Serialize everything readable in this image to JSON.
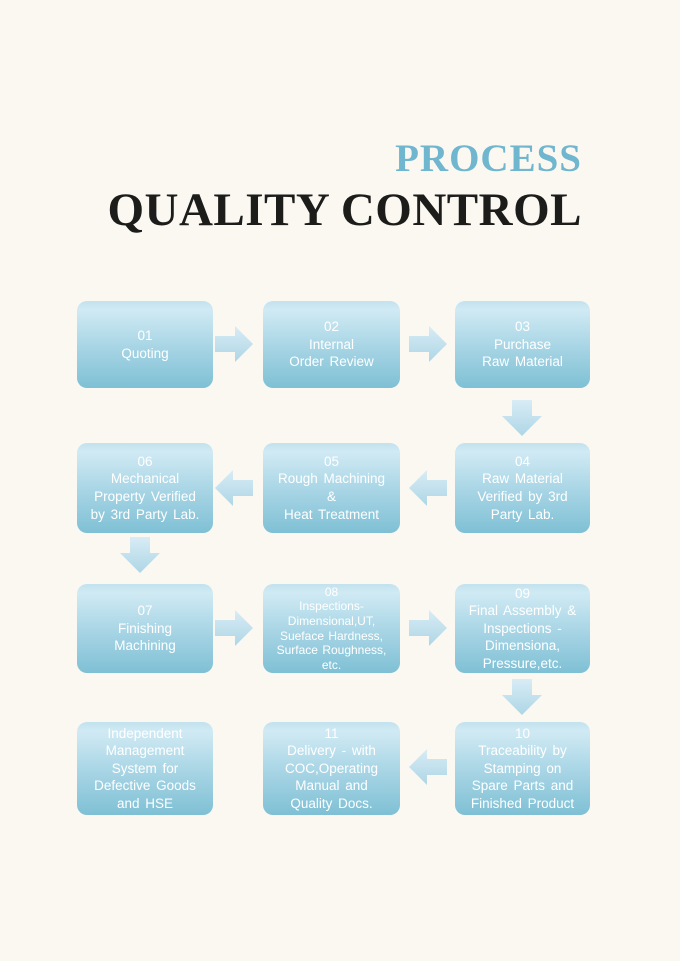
{
  "title": {
    "line1": "PROCESS",
    "line2": "QUALITY CONTROL"
  },
  "colors": {
    "background": "#fbf8f2",
    "title_accent_blue": "#70b6cf",
    "title_dark": "#1c1c1a",
    "box_gradient_top": "#d0eaf4",
    "box_gradient_bottom": "#7fc0d5",
    "arrow_gradient_top": "#d8ecf5",
    "arrow_gradient_bottom": "#aed6e6",
    "box_text": "#ffffff"
  },
  "flow": {
    "steps": [
      {
        "num": "01",
        "label": "Quoting"
      },
      {
        "num": "02",
        "label": "Internal\nOrder Review"
      },
      {
        "num": "03",
        "label": "Purchase\nRaw Material"
      },
      {
        "num": "04",
        "label": "Raw Material\nVerified by 3rd\nParty Lab."
      },
      {
        "num": "05",
        "label": "Rough Machining\n&\nHeat Treatment"
      },
      {
        "num": "06",
        "label": "Mechanical\nProperty Verified\nby 3rd Party Lab."
      },
      {
        "num": "07",
        "label": "Finishing\nMachining"
      },
      {
        "num": "08",
        "label": "Inspections-\nDimensional,UT,\nSueface Hardness,\nSurface Roughness,\netc."
      },
      {
        "num": "09",
        "label": "Final Assembly &\nInspections -\nDimensiona,\nPressure,etc."
      },
      {
        "num": "10",
        "label": "Traceability by\nStamping on\nSpare Parts and\nFinished Product"
      },
      {
        "num": "11",
        "label": "Delivery - with\nCOC,Operating\nManual and\nQuality Docs."
      },
      {
        "num": "",
        "label": "Independent\nManagement\nSystem for\nDefective Goods\nand HSE"
      }
    ]
  }
}
